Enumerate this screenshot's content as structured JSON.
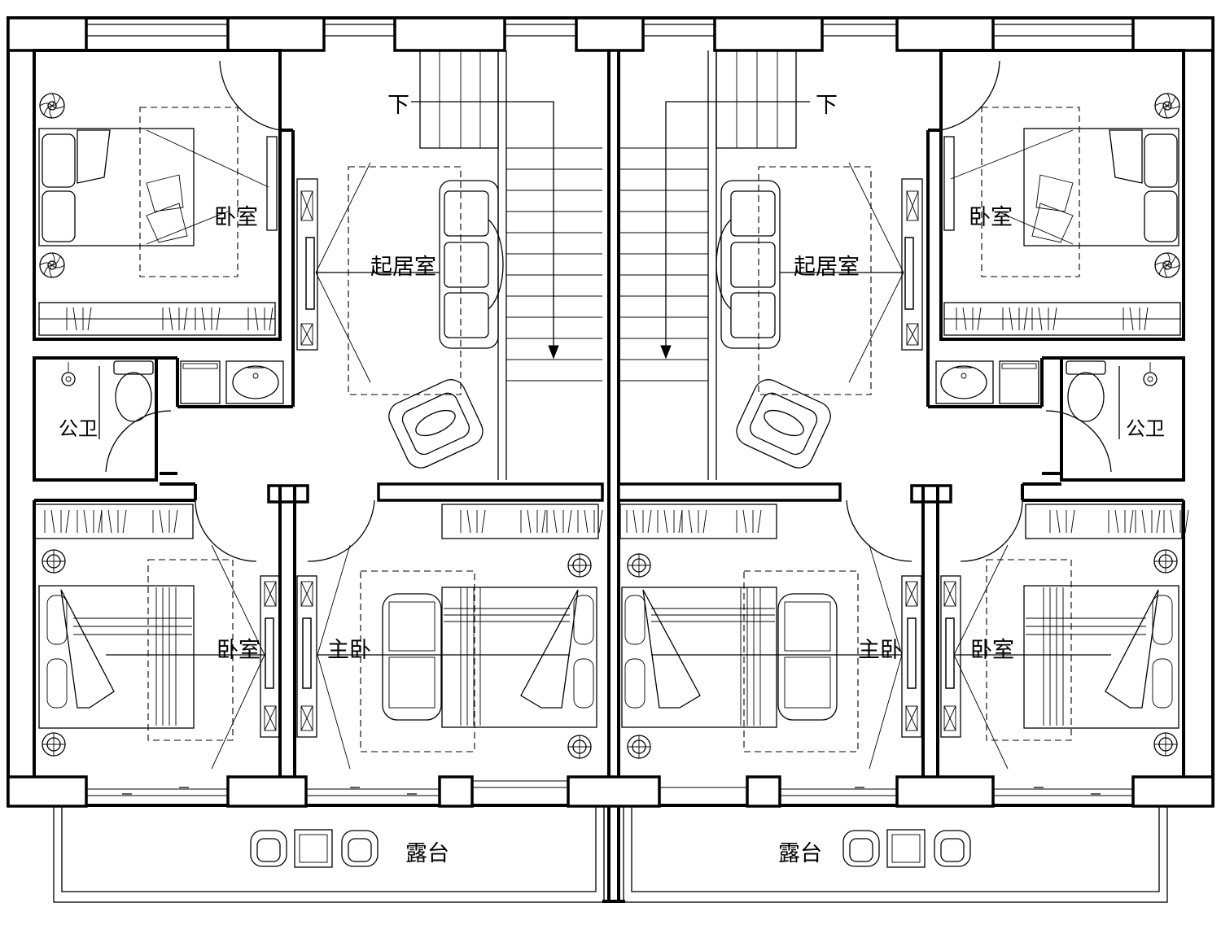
{
  "drawing": {
    "stroke_color": "#000000",
    "background": "#ffffff"
  },
  "labels": {
    "left_bedroom_top": "卧室",
    "left_living": "起居室",
    "left_stair_down": "下",
    "left_bath": "公卫",
    "left_bedroom_bottom": "卧室",
    "left_master": "主卧",
    "left_terrace": "露台",
    "right_bedroom_top": "卧室",
    "right_living": "起居室",
    "right_stair_down": "下",
    "right_bath": "公卫",
    "right_bedroom_bottom": "卧室",
    "right_master": "主卧",
    "right_terrace": "露台"
  }
}
